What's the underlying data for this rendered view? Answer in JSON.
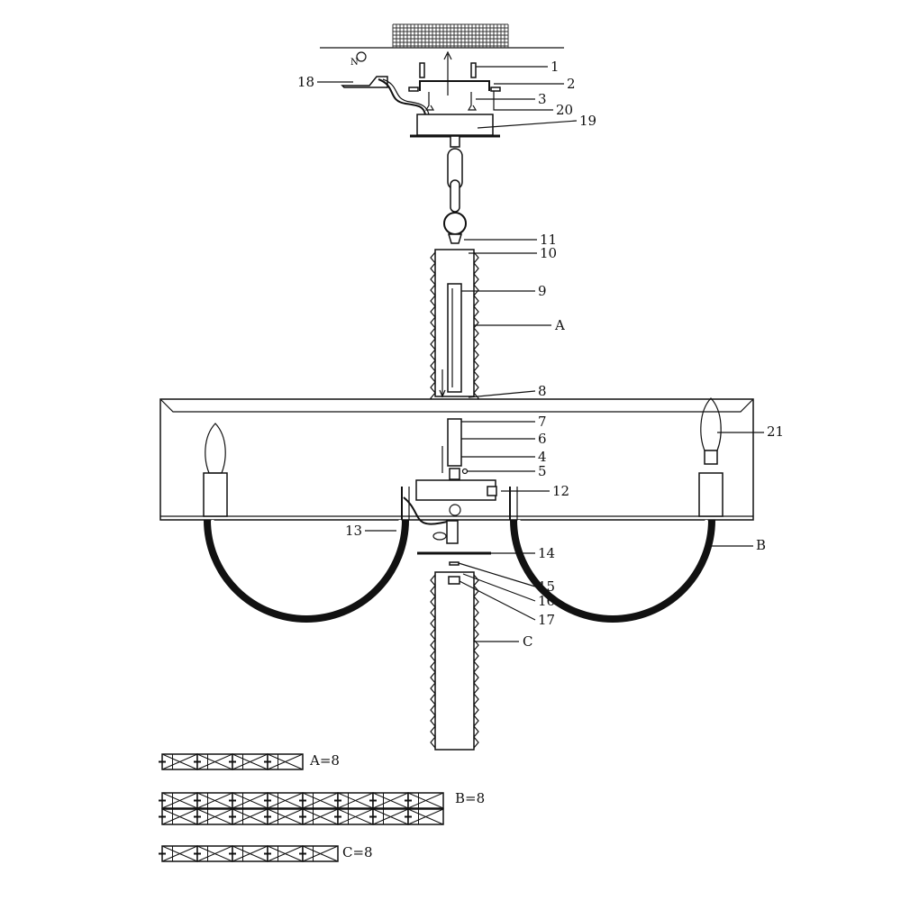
{
  "diagram": {
    "callouts": {
      "c1": "1",
      "c2": "2",
      "c3": "3",
      "c20": "20",
      "c19": "19",
      "c18": "18",
      "c11": "11",
      "c10": "10",
      "c9": "9",
      "cA": "A",
      "c8": "8",
      "c7": "7",
      "c6": "6",
      "c4": "4",
      "c5": "5",
      "c12": "12",
      "c21": "21",
      "cB": "B",
      "c13": "13",
      "c14": "14",
      "c15": "15",
      "c16": "16",
      "c17": "17",
      "cC": "C"
    },
    "wiring_marks": {
      "n": "N"
    },
    "parts_list": [
      {
        "label": "A=8",
        "cells": 4,
        "rows": 1
      },
      {
        "label": "B=8",
        "cells": 8,
        "rows": 2
      },
      {
        "label": "C=8",
        "cells": 5,
        "rows": 1
      }
    ]
  }
}
